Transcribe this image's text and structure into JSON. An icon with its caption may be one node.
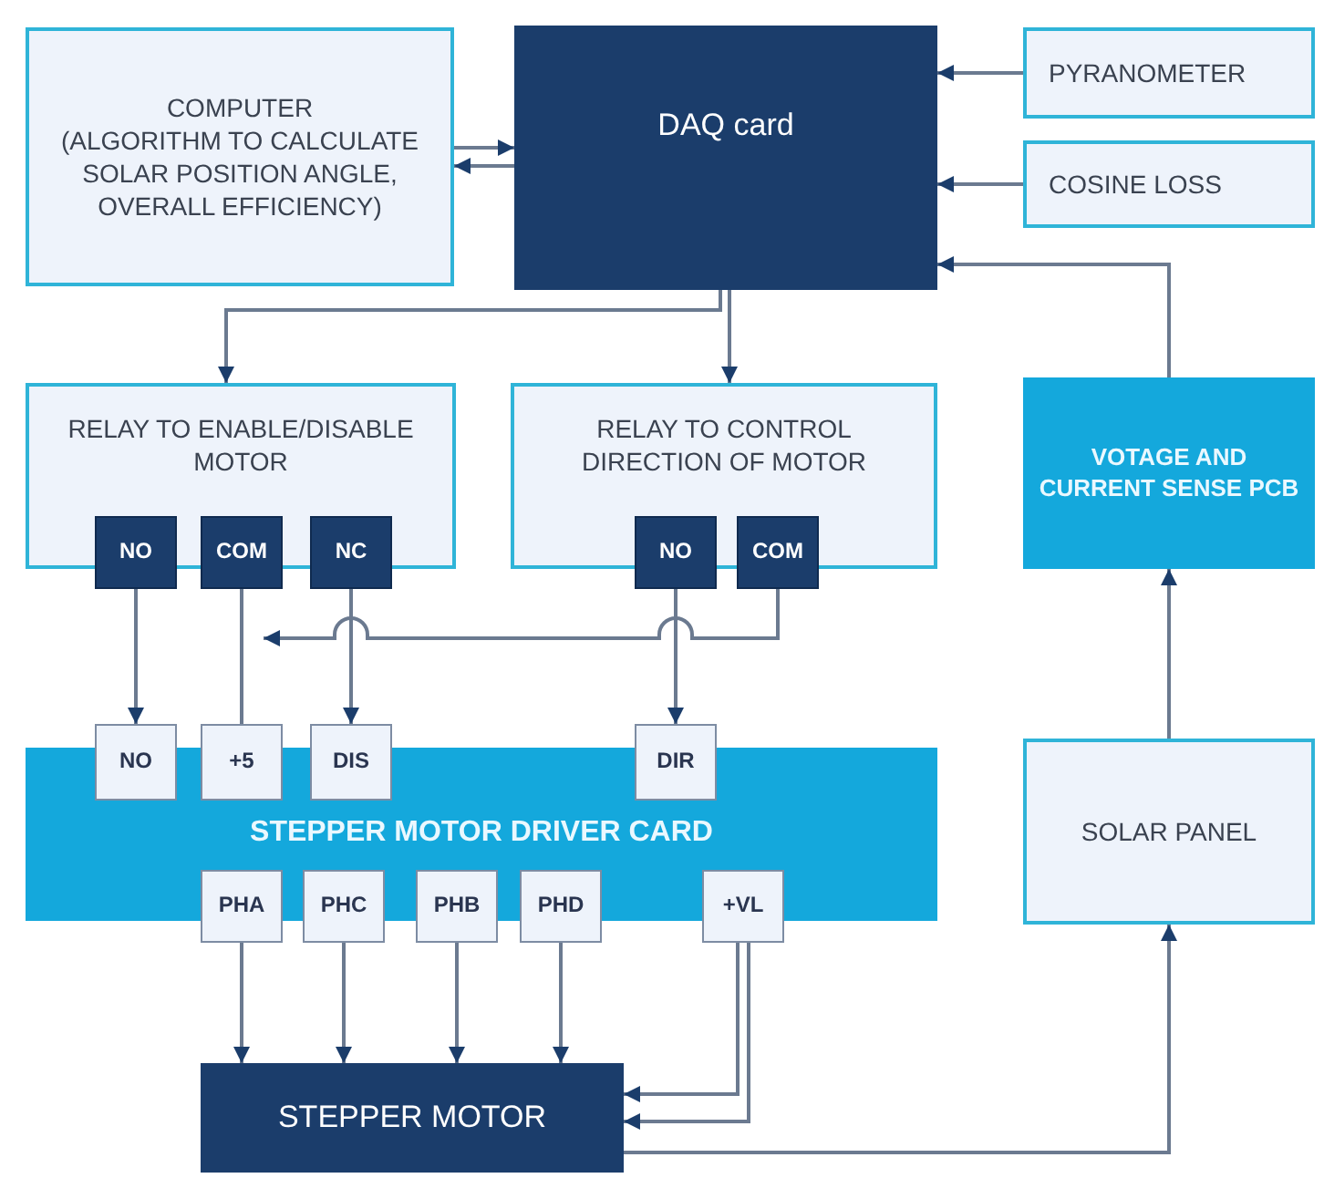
{
  "diagram": {
    "nodes": [
      {
        "text": [
          "COMPUTER",
          "(ALGORITHM TO CALCULATE SOLAR POSITION ANGLE, OVERALL EFFICIENCY)"
        ]
      },
      {
        "text": [
          "DAQ card"
        ]
      },
      {
        "text": [
          "PYRANOMETER"
        ]
      },
      {
        "text": [
          "COSINE LOSS"
        ]
      },
      {
        "text": [
          "RELAY TO ENABLE/DISABLE MOTOR"
        ]
      },
      {
        "text": [
          "NO"
        ]
      },
      {
        "text": [
          "COM"
        ]
      },
      {
        "text": [
          "NC"
        ]
      },
      {
        "text": [
          "RELAY TO CONTROL DIRECTION OF MOTOR"
        ]
      },
      {
        "text": [
          "NO"
        ]
      },
      {
        "text": [
          "COM"
        ]
      },
      {
        "text": [
          "VOTAGE AND CURRENT SENSE PCB"
        ]
      },
      {
        "text": [
          "NO"
        ]
      },
      {
        "text": [
          "+5"
        ]
      },
      {
        "text": [
          "DIS"
        ]
      },
      {
        "text": [
          "DIR"
        ]
      },
      {
        "text": [
          "SOLAR PANEL"
        ]
      },
      {
        "text": [
          "STEPPER MOTOR DRIVER CARD"
        ]
      },
      {
        "text": [
          "PHA"
        ]
      },
      {
        "text": [
          "PHC"
        ]
      },
      {
        "text": [
          "PHB"
        ]
      },
      {
        "text": [
          "PHD"
        ]
      },
      {
        "text": [
          "+VL"
        ]
      },
      {
        "text": [
          "STEPPER MOTOR"
        ]
      }
    ],
    "edges": [
      {
        "from": 0,
        "to": 1,
        "arrow": "to"
      },
      {
        "from": 1,
        "to": 0,
        "arrow": "to"
      },
      {
        "from": 2,
        "to": 1,
        "arrow": "to"
      },
      {
        "from": 3,
        "to": 1,
        "arrow": "to"
      },
      {
        "from": 11,
        "to": 1,
        "arrow": "to"
      },
      {
        "from": 1,
        "to": 4,
        "arrow": "to"
      },
      {
        "from": 1,
        "to": 8,
        "arrow": "to"
      },
      {
        "from": 5,
        "to": 12,
        "arrow": "to"
      },
      {
        "from": 6,
        "to": 13,
        "arrow": "none"
      },
      {
        "from": 7,
        "to": 14,
        "arrow": "to"
      },
      {
        "from": 9,
        "to": 15,
        "arrow": "to"
      },
      {
        "from": 10,
        "to": 6,
        "arrow": "to"
      },
      {
        "from": 18,
        "to": 23,
        "arrow": "to"
      },
      {
        "from": 19,
        "to": 23,
        "arrow": "to"
      },
      {
        "from": 20,
        "to": 23,
        "arrow": "to"
      },
      {
        "from": 21,
        "to": 23,
        "arrow": "to"
      },
      {
        "from": 22,
        "to": 23,
        "arrow": "to"
      },
      {
        "from": 22,
        "to": 23,
        "arrow": "to"
      },
      {
        "from": 23,
        "to": 16,
        "arrow": "to"
      },
      {
        "from": 16,
        "to": 11,
        "arrow": "to"
      }
    ]
  }
}
